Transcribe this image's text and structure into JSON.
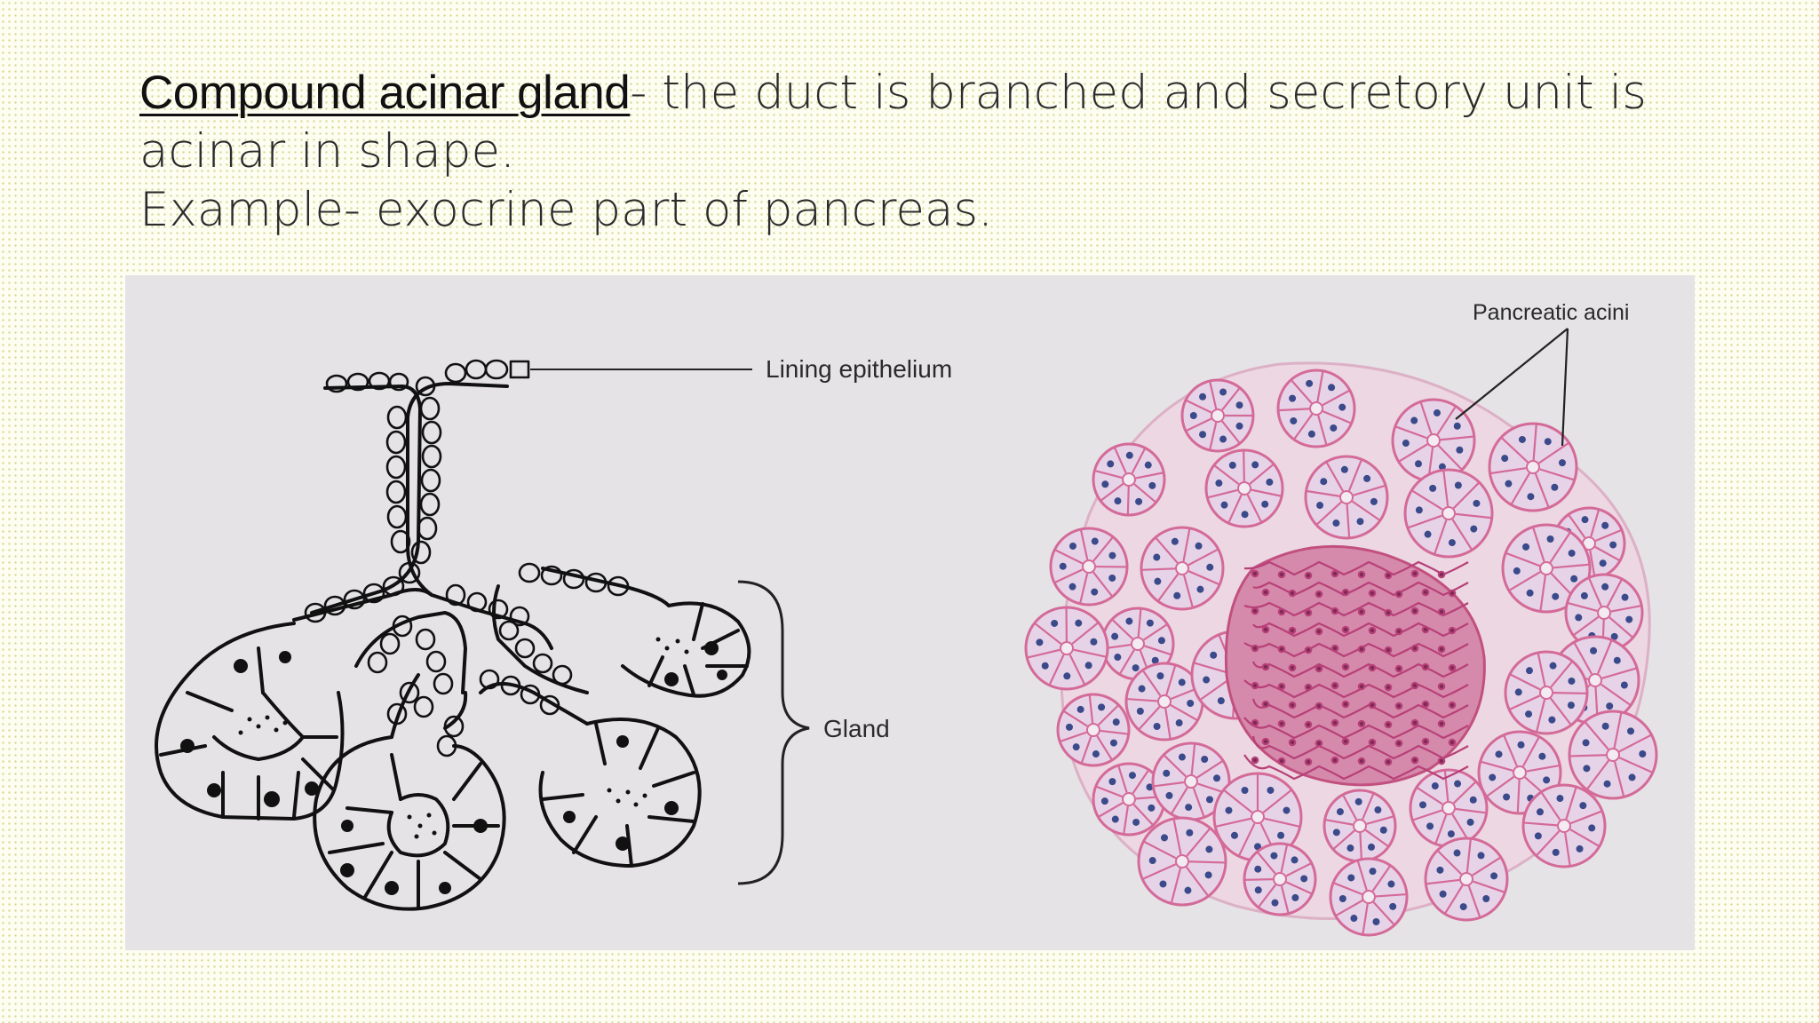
{
  "heading": {
    "term": "Compound acinar gland",
    "definition": "- the duct is branched and secretory unit is",
    "definition_cont": "acinar in shape.",
    "example": "Example- exocrine part of pancreas."
  },
  "figure": {
    "labels": {
      "lining_epithelium": "Lining epithelium",
      "gland": "Gland",
      "pancreatic_acini": "Pancreatic acini"
    },
    "colors": {
      "ink": "#111111",
      "stain_pink": "#d46a98",
      "islet": "#c84d82",
      "nucleus": "#3a4a8a",
      "paper": "#e5e3e6"
    }
  }
}
